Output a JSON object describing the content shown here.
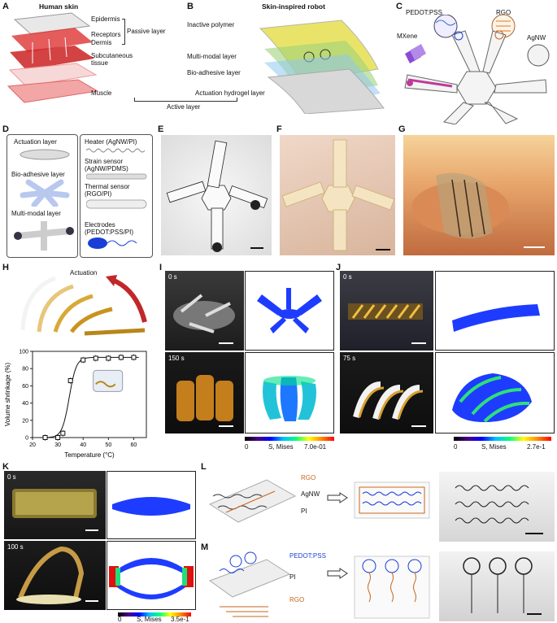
{
  "panels": {
    "A": "A",
    "B": "B",
    "C": "C",
    "D": "D",
    "E": "E",
    "F": "F",
    "G": "G",
    "H": "H",
    "I": "I",
    "J": "J",
    "K": "K",
    "L": "L",
    "M": "M"
  },
  "panelA": {
    "title": "Human skin",
    "epidermis": "Epidermis",
    "receptors": "Receptors",
    "dermis": "Dermis",
    "passive": "Passive layer",
    "subcutaneous1": "Subcutaneous",
    "subcutaneous2": "tissue",
    "muscle": "Muscle",
    "active": "Active layer"
  },
  "panelB": {
    "title": "Skin-inspired robot",
    "inactive": "Inactive polymer",
    "multimodal": "Multi-modal layer",
    "bioadhesive": "Bio-adhesive layer",
    "actuation": "Actuation hydrogel layer"
  },
  "panelC": {
    "pedot": "PEDOT:PSS",
    "rgo": "RGO",
    "mxene": "MXene",
    "agnw": "AgNW"
  },
  "panelD": {
    "actuation": "Actuation layer",
    "bioadhesive": "Bio-adhesive layer",
    "multimodal": "Multi-modal layer",
    "heater1": "Heater (AgNW/PI)",
    "strain1": "Strain sensor",
    "strain2": "(AgNW/PDMS)",
    "thermal1": "Thermal sensor",
    "thermal2": "(RGO/PI)",
    "electrodes1": "Electrodes",
    "electrodes2": "(PEDOT:PSS/PI)"
  },
  "panelH": {
    "actuation": "Actuation"
  },
  "panelI": {
    "t0": "0 s",
    "t1": "150 s",
    "legend_label": "S, Mises",
    "min": "0",
    "max": "7.0e-01"
  },
  "panelJ": {
    "t0": "0 s",
    "t1": "75 s",
    "legend_label": "S, Mises",
    "min": "0",
    "max": "2.7e-1"
  },
  "panelK": {
    "t0": "0 s",
    "t1": "100 s",
    "legend_label": "S, Mises",
    "min": "0",
    "max": "3.5e-1"
  },
  "panelL": {
    "rgo": "RGO",
    "agnw": "AgNW",
    "pi": "PI"
  },
  "panelM": {
    "pedot": "PEDOT:PSS",
    "pi": "PI",
    "rgo": "RGO"
  },
  "colors": {
    "accent_blue": "#1a3fd6",
    "accent_orange": "#c8651b",
    "sim_blue": "#1e3cff"
  },
  "chart_data": {
    "type": "scatter",
    "title": "",
    "xlabel": "Temperature (°C)",
    "ylabel": "Volume shrinkage (%)",
    "xlim": [
      20,
      65
    ],
    "ylim": [
      0,
      100
    ],
    "xticks": [
      "20",
      "30",
      "40",
      "50",
      "60"
    ],
    "yticks": [
      "0",
      "20",
      "40",
      "60",
      "80",
      "100"
    ],
    "x": [
      25,
      30,
      32,
      35,
      40,
      45,
      50,
      55,
      60
    ],
    "values": [
      0,
      0,
      5,
      66,
      90,
      92,
      92,
      93,
      93
    ],
    "fit_curve": "sigmoid",
    "grid": false
  }
}
